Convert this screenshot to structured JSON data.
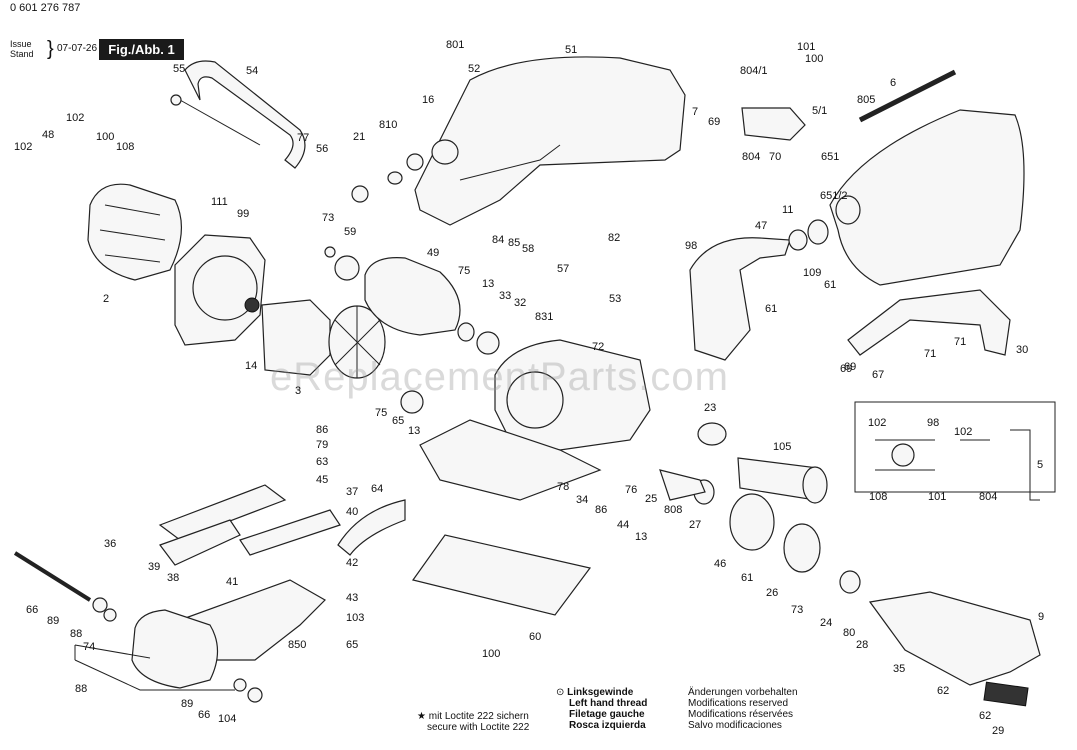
{
  "header": {
    "doc_number": "0 601 276 787",
    "issue_label": "Issue\nStand",
    "issue_date": "07-07-26",
    "figure_label": "Fig./Abb. 1"
  },
  "watermark": "eReplacementParts.com",
  "part_labels": [
    "55",
    "54",
    "801",
    "51",
    "52",
    "16",
    "810",
    "21",
    "77",
    "56",
    "48",
    "102",
    "100",
    "108",
    "102",
    "111",
    "99",
    "2",
    "73",
    "59",
    "49",
    "75",
    "13",
    "33",
    "32",
    "14",
    "3",
    "831",
    "72",
    "75",
    "65",
    "13",
    "84",
    "85",
    "58",
    "82",
    "98",
    "57",
    "53",
    "804/1",
    "101",
    "100",
    "6",
    "805",
    "5/1",
    "804",
    "70",
    "7",
    "69",
    "651",
    "651/2",
    "11",
    "47",
    "109",
    "61",
    "61",
    "69",
    "71",
    "71",
    "30",
    "69",
    "67",
    "86",
    "79",
    "63",
    "45",
    "37",
    "40",
    "64",
    "36",
    "39",
    "38",
    "41",
    "42",
    "66",
    "89",
    "88",
    "74",
    "43",
    "103",
    "65",
    "850",
    "88",
    "89",
    "66",
    "104",
    "23",
    "105",
    "76",
    "25",
    "808",
    "78",
    "34",
    "86",
    "44",
    "13",
    "27",
    "46",
    "61",
    "26",
    "73",
    "24",
    "80",
    "28",
    "35",
    "62",
    "62",
    "9",
    "29",
    "60",
    "100",
    "102",
    "98",
    "102",
    "108",
    "101",
    "804",
    "5"
  ],
  "legend": {
    "star_note_de": "mit Loctite 222 sichern",
    "star_note_en": "secure with Loctite 222",
    "thread_de": "Linksgewinde",
    "thread_en": "Left hand thread",
    "thread_fr": "Filetage gauche",
    "thread_es": "Rosca izquierda",
    "mod_de": "Änderungen vorbehalten",
    "mod_en": "Modifications reserved",
    "mod_fr": "Modifications réservées",
    "mod_es": "Salvo modificaciones"
  }
}
